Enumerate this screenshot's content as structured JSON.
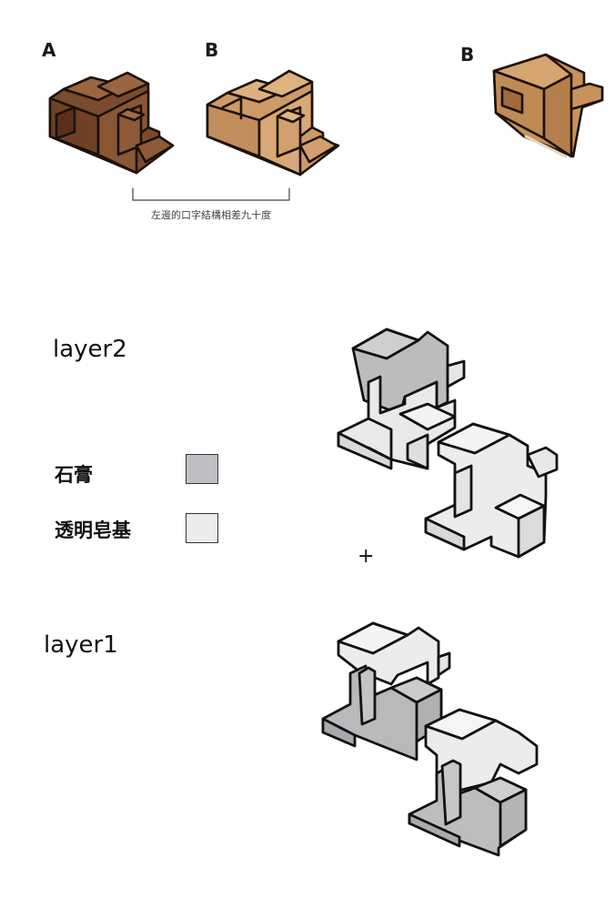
{
  "top": {
    "label_a": "A",
    "label_b1": "B",
    "label_b2": "B",
    "caption": "左邊的口字結構相差九十度",
    "colors": {
      "dark_wood": "#7a4b2e",
      "light_wood": "#cd9a68",
      "light_wood_3d": "#c8925c"
    }
  },
  "layers": {
    "layer2_title": "layer2",
    "layer1_title": "layer1",
    "plus": "+"
  },
  "legend": {
    "items": [
      {
        "label": "石膏",
        "color": "#c0c0c4"
      },
      {
        "label": "透明皂基",
        "color": "#ececec"
      }
    ]
  }
}
